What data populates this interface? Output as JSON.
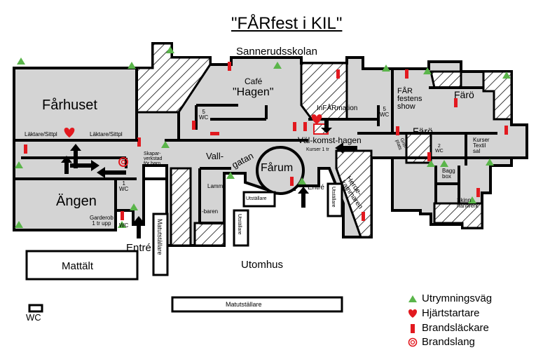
{
  "title": "\"FÅRfest i KIL\"",
  "labels": {
    "sannerud": "Sannerudsskolan",
    "cafe": "Café",
    "hagen": "\"Hagen\"",
    "farhuset": "Fårhuset",
    "laktare_left": "Läktare/Sittpl",
    "laktare_right": "Läktare/Sittpl",
    "angen": "Ängen",
    "wc1": "1\nWC",
    "garderob": "Garderob\n1 tr upp",
    "wc_small": "WC",
    "entre_left": "Entré",
    "mattalt": "Mattält",
    "matut_vert": "Matutställare",
    "skapar": "Skapar-\nverkstad\nför barn",
    "vall": "Vall-",
    "gatan": "gatan",
    "lamm": "Lamm",
    "baren": "-baren",
    "farum": "Fårum",
    "utstallare_1": "Utställare",
    "utstallare_2": "Utställare",
    "utstallare_3": "Utställare",
    "entre_mid": "Entré",
    "wc5": "5\nWC",
    "wc5b": "5\nWC",
    "infarmation": "InFÅRmation",
    "valkomst": "Väl-komst-hagen",
    "kurser1": "Kurser 1 tr",
    "herde": "Herde-\nkammaren",
    "far_festens": "FÅR\nfestens\nshow",
    "faro1": "Färö",
    "faro2": "Färö",
    "grill": "Grill-\nplats",
    "wc2": "2\nWC",
    "kurser_textil": "Kurser\nTextil\nsal",
    "baggbox": "Bagg\nbox",
    "skinn": "Skinn\nhantverk",
    "utomhus": "Utomhus",
    "matut_horiz": "Matutställare",
    "wc_outside": "WC"
  },
  "legend": [
    {
      "icon": "triangle-green-icon",
      "label": "Utrymningsväg",
      "color": "#5ab54a"
    },
    {
      "icon": "heart-red-icon",
      "label": "Hjärtstartare",
      "color": "#e2191f"
    },
    {
      "icon": "bar-red-icon",
      "label": "Brandsläckare",
      "color": "#e2191f"
    },
    {
      "icon": "ring-red-icon",
      "label": "Brandslang",
      "color": "#e2191f"
    }
  ],
  "colors": {
    "room": "#d4d4d4",
    "wall": "#000000",
    "exit": "#5ab54a",
    "fire": "#e2191f"
  }
}
